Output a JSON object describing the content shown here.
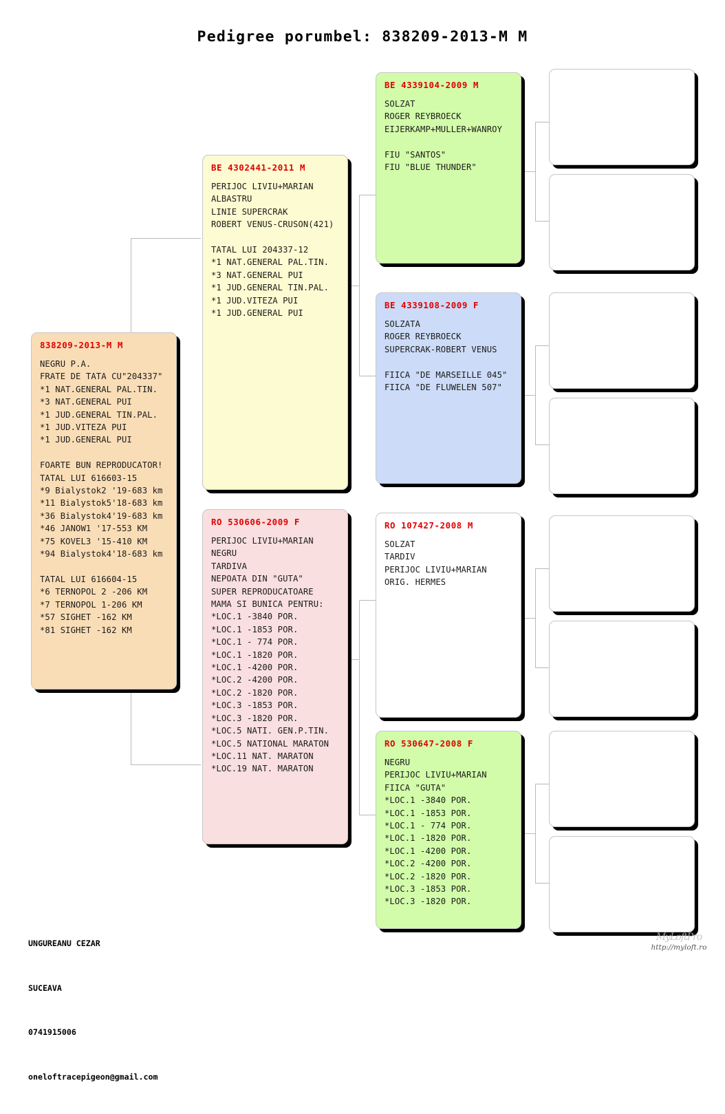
{
  "page": {
    "title": "Pedigree porumbel: 838209-2013-M M"
  },
  "colors": {
    "header_text": "#e00000",
    "subject": "#f9ddb6",
    "father": "#fcfbd1",
    "mother": "#f9dfdf",
    "paternal_grandfather": "#d2fca9",
    "paternal_grandmother": "#ccdbf7",
    "maternal_grandfather": "#ffffff",
    "maternal_grandmother": "#d2fca9",
    "great_grandparent": "#ffffff",
    "connector": "#b9b9b9"
  },
  "cards": {
    "subject": {
      "id": "838209-2013-M M",
      "details": "NEGRU P.A.\nFRATE DE TATA CU\"204337\"\n*1 NAT.GENERAL PAL.TIN.\n*3 NAT.GENERAL PUI\n*1 JUD.GENERAL TIN.PAL.\n*1 JUD.VITEZA PUI\n*1 JUD.GENERAL PUI\n\nFOARTE BUN REPRODUCATOR!\nTATAL LUI 616603-15\n*9 Bialystok2 '19-683 km\n*11 Bialystok5'18-683 km\n*36 Bialystok4'19-683 km\n*46 JANOW1 '17-553 KM\n*75 KOVEL3 '15-410 KM\n*94 Bialystok4'18-683 km\n\nTATAL LUI 616604-15\n*6 TERNOPOL 2 -206 KM\n*7 TERNOPOL 1-206 KM\n*57 SIGHET -162 KM\n*81 SIGHET -162 KM"
    },
    "father": {
      "id": "BE 4302441-2011 M",
      "details": "PERIJOC LIVIU+MARIAN\nALBASTRU\nLINIE SUPERCRAK\nROBERT VENUS-CRUSON(421)\n\nTATAL LUI 204337-12\n*1 NAT.GENERAL PAL.TIN.\n*3 NAT.GENERAL PUI\n*1 JUD.GENERAL TIN.PAL.\n*1 JUD.VITEZA PUI\n*1 JUD.GENERAL PUI"
    },
    "mother": {
      "id": "RO 530606-2009 F",
      "details": "PERIJOC LIVIU+MARIAN\nNEGRU\nTARDIVA\nNEPOATA DIN \"GUTA\"\nSUPER REPRODUCATOARE\nMAMA SI BUNICA PENTRU:\n*LOC.1 -3840 POR.\n*LOC.1 -1853 POR.\n*LOC.1 - 774 POR.\n*LOC.1 -1820 POR.\n*LOC.1 -4200 POR.\n*LOC.2 -4200 POR.\n*LOC.2 -1820 POR.\n*LOC.3 -1853 POR.\n*LOC.3 -1820 POR.\n*LOC.5 NATI. GEN.P.TIN.\n*LOC.5 NATIONAL MARATON\n*LOC.11 NAT. MARATON\n*LOC.19 NAT. MARATON"
    },
    "paternal_grandfather": {
      "id": "BE 4339104-2009 M",
      "details": "SOLZAT\nROGER REYBROECK\nEIJERKAMP+MULLER+WANROY\n\nFIU \"SANTOS\"\nFIU \"BLUE THUNDER\""
    },
    "paternal_grandmother": {
      "id": "BE 4339108-2009 F",
      "details": "SOLZATA\nROGER REYBROECK\nSUPERCRAK-ROBERT VENUS\n\nFIICA \"DE MARSEILLE 045\"\nFIICA \"DE FLUWELEN 507\""
    },
    "maternal_grandfather": {
      "id": "RO 107427-2008 M",
      "details": "SOLZAT\nTARDIV\nPERIJOC LIVIU+MARIAN\nORIG. HERMES"
    },
    "maternal_grandmother": {
      "id": "RO 530647-2008 F",
      "details": "NEGRU\nPERIJOC LIVIU+MARIAN\nFIICA \"GUTA\"\n*LOC.1 -3840 POR.\n*LOC.1 -1853 POR.\n*LOC.1 - 774 POR.\n*LOC.1 -1820 POR.\n*LOC.1 -4200 POR.\n*LOC.2 -4200 POR.\n*LOC.2 -1820 POR.\n*LOC.3 -1853 POR.\n*LOC.3 -1820 POR."
    },
    "great_grandparents": [
      {
        "id": "",
        "details": ""
      },
      {
        "id": "",
        "details": ""
      },
      {
        "id": "",
        "details": ""
      },
      {
        "id": "",
        "details": ""
      },
      {
        "id": "",
        "details": ""
      },
      {
        "id": "",
        "details": ""
      },
      {
        "id": "",
        "details": ""
      },
      {
        "id": "",
        "details": ""
      }
    ]
  },
  "footer": {
    "name": "UNGUREANU CEZAR",
    "city": "SUCEAVA",
    "phone": "0741915006",
    "email": "oneloftracepigeon@gmail.com"
  },
  "watermark": {
    "logo_text": "MyLoftPro",
    "url": "http://myloft.ro"
  }
}
